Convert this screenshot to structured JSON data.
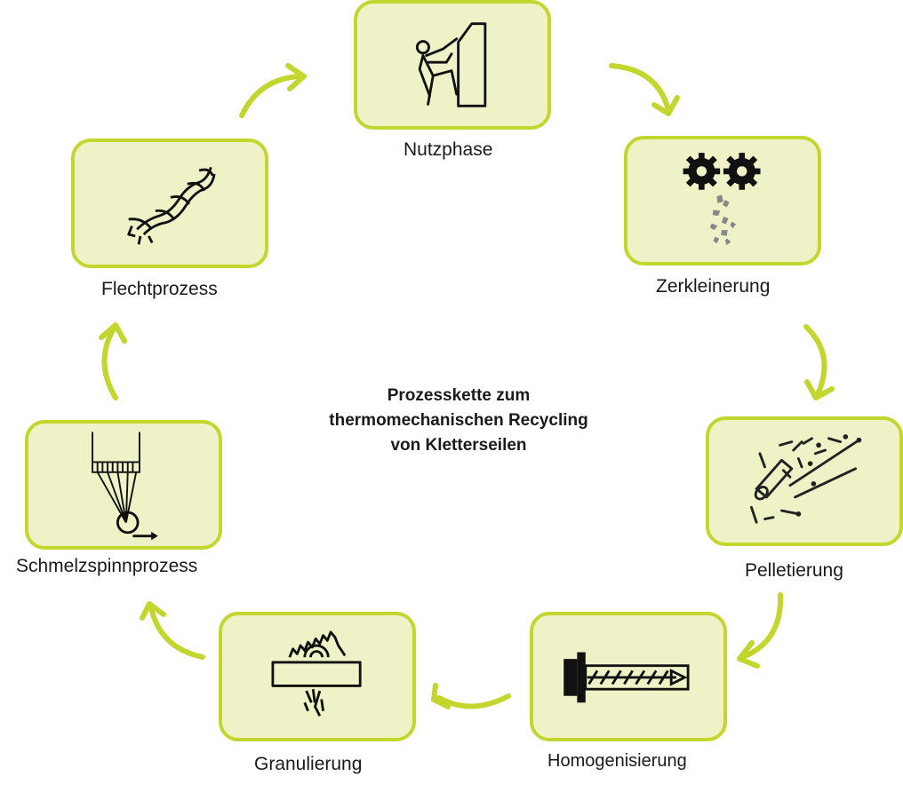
{
  "title": {
    "line1": "Prozesskette zum",
    "line2": "thermomechanischen Recycling",
    "line3": "von Kletterseilen"
  },
  "steps": [
    {
      "label": "Nutzphase",
      "icon": "climber-icon"
    },
    {
      "label": "Zerkleinerung",
      "icon": "gear-shredder-icon"
    },
    {
      "label": "Pelletierung",
      "icon": "pellet-icon"
    },
    {
      "label": "Homogenisierung",
      "icon": "extruder-screw-icon"
    },
    {
      "label": "Granulierung",
      "icon": "saw-blade-icon"
    },
    {
      "label": "Schmelzspinnprozess",
      "icon": "spinneret-icon"
    },
    {
      "label": "Flechtprozess",
      "icon": "rope-icon"
    }
  ],
  "colors": {
    "accent": "#c2d62e",
    "box_fill": "#eef2c6",
    "text": "#1a1a1a"
  }
}
